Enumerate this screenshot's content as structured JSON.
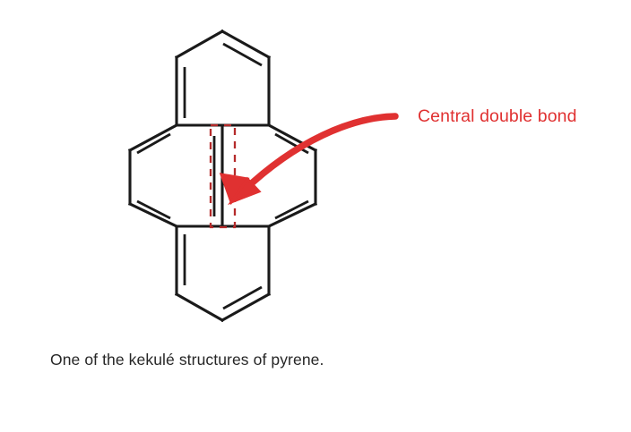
{
  "figure": {
    "type": "chemical-structure-diagram",
    "molecule_name": "pyrene",
    "caption": "One of the kekulé structures of pyrene.",
    "annotation": {
      "label": "Central double bond",
      "color": "#E03131",
      "arrow": "curved-arrow-pointing-down-left",
      "highlight": "red-dashed-rectangle"
    },
    "colors": {
      "bond": "#1A1A1A",
      "accent": "#E03131",
      "caption": "#262626",
      "background": "#FFFFFF"
    },
    "skeleton": {
      "description": "Four fused six-membered rings of pyrene drawn as a Kekule structure with alternating single and double bonds; the central vertical bond is a double bond enclosed in a red dashed box.",
      "vertices": {
        "top_apex": "248,35",
        "top_left": "197,64",
        "top_right": "300,64",
        "upper_left_mid": "197,140",
        "upper_right_mid": "300,140",
        "left_upper": "145,168",
        "right_upper": "352,168",
        "center_top": "248,140",
        "center_bottom": "248,253",
        "left_lower": "145,228",
        "right_lower": "352,228",
        "lower_left_mid": "197,253",
        "lower_right_mid": "300,253",
        "bottom_left": "197,329",
        "bottom_right": "300,329",
        "bottom_apex": "248,358"
      },
      "double_bond_count": 8,
      "ring_count": 4
    }
  }
}
